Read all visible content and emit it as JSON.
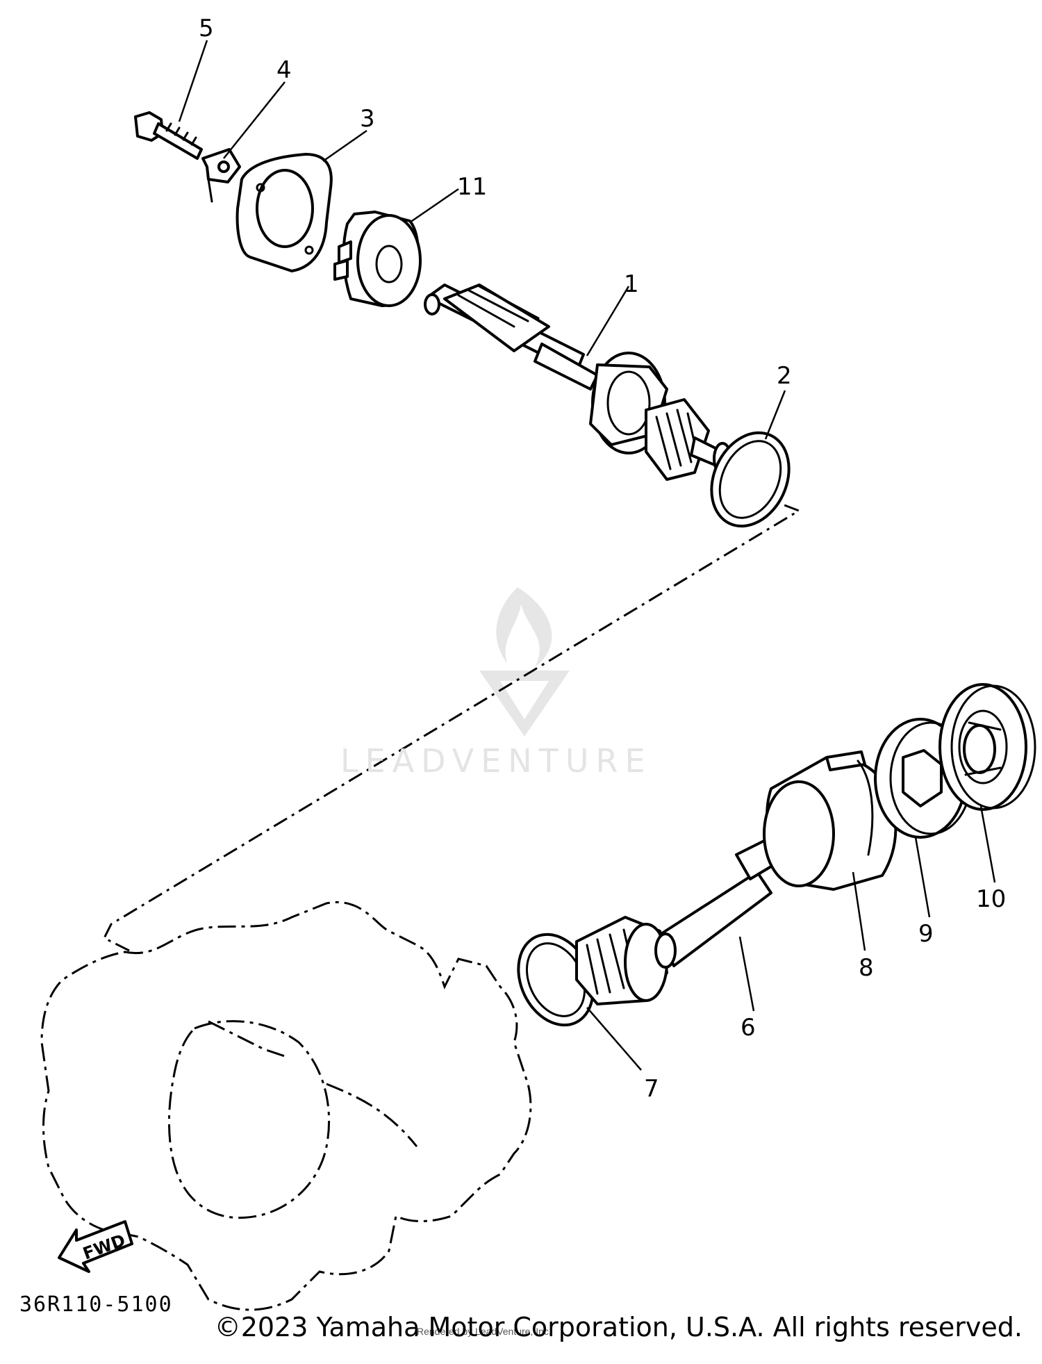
{
  "diagram": {
    "code": "36R110-5100",
    "fwd_label": "FWD",
    "watermark_text": "LEADVENTURE",
    "callouts": {
      "c1": "1",
      "c2": "2",
      "c3": "3",
      "c4": "4",
      "c5": "5",
      "c6": "6",
      "c7": "7",
      "c8": "8",
      "c9": "9",
      "c10": "10",
      "c11": "11"
    }
  },
  "footer": {
    "copyright": "©2023 Yamaha Motor Corporation, U.S.A. All rights reserved.",
    "fine_print": "Rendered by LeadVenture, Inc."
  }
}
